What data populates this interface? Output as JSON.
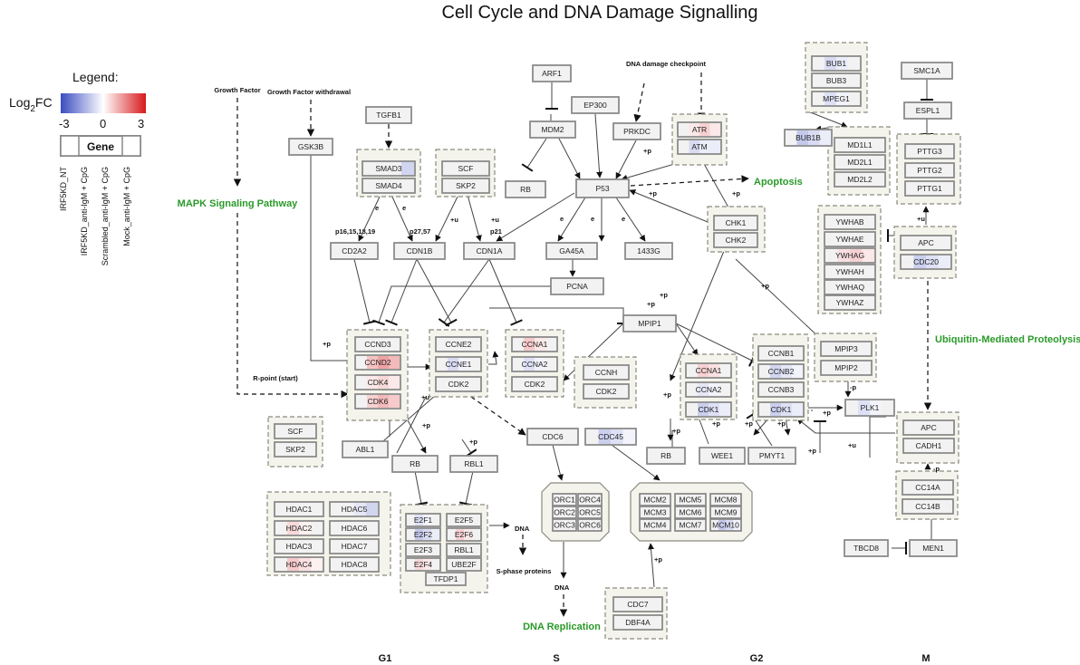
{
  "title": "Cell Cycle and DNA Damage Signalling",
  "legend": {
    "title": "Legend:",
    "measure_main": "Log",
    "measure_sub": "2",
    "measure_end": "FC",
    "scale_low": "-3",
    "scale_mid": "0",
    "scale_high": "3",
    "color_low": "#3b4cc0",
    "color_mid": "#ffffff",
    "color_high": "#d7191c",
    "gene_label": "Gene",
    "samples": [
      "IRF5KD_NT",
      "IRF5KD_anti-IgM + CpG",
      "Scrambled_anti-IgM + CpG",
      "Mock_anti-IgM + CpG"
    ]
  },
  "labels": {
    "growth_factor": "Growth Factor",
    "growth_factor_withdrawal": "Growth Factor withdrawal",
    "dna_damage_checkpoint": "DNA damage checkpoint",
    "r_point": "R-point (start)",
    "dna_1": "DNA",
    "dna_2": "DNA",
    "s_phase_proteins": "S-phase proteins",
    "p16": "p16,15,18,19",
    "p27": "p27,57",
    "p21": "p21",
    "plus_p": "+p",
    "plus_u": "+u",
    "minus_p": "-p",
    "e": "e"
  },
  "pathways": {
    "mapk": "MAPK Signaling Pathway",
    "apoptosis": "Apoptosis",
    "ubiquitin": "Ubiquitin-Mediated Proteolysis",
    "dna_replication": "DNA Replication"
  },
  "phases": [
    "G1",
    "S",
    "G2",
    "M"
  ],
  "genes": {
    "TGFB1": {
      "label": "TGFB1",
      "fc": [
        0,
        0,
        0,
        0
      ]
    },
    "GSK3B": {
      "label": "GSK3B",
      "fc": [
        0,
        0,
        0,
        0
      ]
    },
    "SMAD3": {
      "label": "SMAD3",
      "fc": [
        0,
        0,
        0,
        -0.7
      ]
    },
    "SMAD4": {
      "label": "SMAD4",
      "fc": [
        0,
        0,
        0,
        0
      ]
    },
    "SCF_1": {
      "label": "SCF",
      "fc": [
        0,
        0,
        0,
        0
      ]
    },
    "SKP2_1": {
      "label": "SKP2",
      "fc": [
        0,
        0,
        0,
        0
      ]
    },
    "ARF1": {
      "label": "ARF1",
      "fc": [
        0,
        0,
        0,
        0
      ]
    },
    "EP300": {
      "label": "EP300",
      "fc": [
        0,
        0,
        0,
        0
      ]
    },
    "MDM2": {
      "label": "MDM2",
      "fc": [
        0,
        0,
        0,
        0
      ]
    },
    "PRKDC": {
      "label": "PRKDC",
      "fc": [
        0,
        0,
        0,
        0
      ]
    },
    "ATR": {
      "label": "ATR",
      "fc": [
        0,
        0.3,
        0.6,
        0.3
      ]
    },
    "ATM": {
      "label": "ATM",
      "fc": [
        0,
        -0.6,
        -0.3,
        -0.3
      ]
    },
    "RB_top": {
      "label": "RB",
      "fc": [
        0,
        0,
        0,
        0
      ]
    },
    "P53": {
      "label": "P53",
      "fc": [
        0,
        0,
        0,
        0
      ]
    },
    "CD2A2": {
      "label": "CD2A2",
      "fc": [
        0,
        0,
        0,
        0
      ]
    },
    "CDN1B": {
      "label": "CDN1B",
      "fc": [
        0,
        0,
        0,
        0
      ]
    },
    "CDN1A": {
      "label": "CDN1A",
      "fc": [
        0,
        0,
        0,
        0
      ]
    },
    "GA45A": {
      "label": "GA45A",
      "fc": [
        0,
        0,
        0,
        0
      ]
    },
    "1433G": {
      "label": "1433G",
      "fc": [
        0,
        0,
        0,
        0
      ]
    },
    "CHK1": {
      "label": "CHK1",
      "fc": [
        0,
        0,
        0,
        0
      ]
    },
    "CHK2": {
      "label": "CHK2",
      "fc": [
        0,
        0,
        0,
        0
      ]
    },
    "PCNA": {
      "label": "PCNA",
      "fc": [
        0,
        0,
        0,
        0
      ]
    },
    "MPIP1": {
      "label": "MPIP1",
      "fc": [
        0,
        0,
        0,
        0
      ]
    },
    "CCND3": {
      "label": "CCND3",
      "fc": [
        0,
        0,
        0,
        0
      ]
    },
    "CCND2": {
      "label": "CCND2",
      "fc": [
        0,
        0.8,
        1.2,
        0.9
      ]
    },
    "CDK4": {
      "label": "CDK4",
      "fc": [
        0,
        0.3,
        0.5,
        0.3
      ]
    },
    "CDK6": {
      "label": "CDK6",
      "fc": [
        0,
        0.6,
        0.9,
        0.7
      ]
    },
    "CCNE2": {
      "label": "CCNE2",
      "fc": [
        0,
        0,
        0,
        0
      ]
    },
    "CCNE1": {
      "label": "CCNE1",
      "fc": [
        0,
        -0.6,
        -0.2,
        0
      ]
    },
    "CDK2_a": {
      "label": "CDK2",
      "fc": [
        0,
        0,
        0,
        0
      ]
    },
    "CCNA1": {
      "label": "CCNA1",
      "fc": [
        0,
        0.7,
        0.3,
        0
      ]
    },
    "CCNA2_a": {
      "label": "CCNA2",
      "fc": [
        0,
        -0.5,
        -0.2,
        0
      ]
    },
    "CDK2_b": {
      "label": "CDK2",
      "fc": [
        0,
        0,
        0,
        0
      ]
    },
    "CCNH": {
      "label": "CCNH",
      "fc": [
        0,
        0,
        0,
        0
      ]
    },
    "CDK2_c": {
      "label": "CDK2",
      "fc": [
        0,
        0,
        0,
        0
      ]
    },
    "SCF_2": {
      "label": "SCF",
      "fc": [
        0,
        0,
        0,
        0
      ]
    },
    "SKP2_2": {
      "label": "SKP2",
      "fc": [
        0,
        0,
        0,
        0
      ]
    },
    "ABL1": {
      "label": "ABL1",
      "fc": [
        0,
        0,
        0,
        0
      ]
    },
    "RB_main": {
      "label": "RB",
      "fc": [
        0,
        0,
        0,
        0
      ]
    },
    "RBL1_main": {
      "label": "RBL1",
      "fc": [
        0,
        0,
        0,
        0
      ]
    },
    "CDC6": {
      "label": "CDC6",
      "fc": [
        0,
        0,
        0,
        0
      ]
    },
    "CDC45": {
      "label": "CDC45",
      "fc": [
        0,
        -0.8,
        -0.5,
        -0.2
      ]
    },
    "CCNA1_b": {
      "label": "CCNA1",
      "fc": [
        0,
        0.6,
        0.4,
        0
      ]
    },
    "CCNA2_b": {
      "label": "CCNA2",
      "fc": [
        0,
        -0.4,
        -0.2,
        0
      ]
    },
    "CDK1_a": {
      "label": "CDK1",
      "fc": [
        0,
        -0.8,
        -0.5,
        -0.3
      ]
    },
    "CCNB1": {
      "label": "CCNB1",
      "fc": [
        0,
        0,
        0,
        0
      ]
    },
    "CCNB2": {
      "label": "CCNB2",
      "fc": [
        0,
        -0.7,
        -0.4,
        -0.2
      ]
    },
    "CCNB3": {
      "label": "CCNB3",
      "fc": [
        0,
        0,
        0,
        0
      ]
    },
    "CDK1_b": {
      "label": "CDK1",
      "fc": [
        0,
        -0.8,
        -0.5,
        -0.3
      ]
    },
    "MPIP3": {
      "label": "MPIP3",
      "fc": [
        0,
        0,
        0,
        0
      ]
    },
    "MPIP2": {
      "label": "MPIP2",
      "fc": [
        0,
        0,
        0,
        0
      ]
    },
    "PLK1": {
      "label": "PLK1",
      "fc": [
        0,
        -0.5,
        -0.2,
        0
      ]
    },
    "RB_g2": {
      "label": "RB",
      "fc": [
        0,
        0,
        0,
        0
      ]
    },
    "WEE1": {
      "label": "WEE1",
      "fc": [
        0,
        0,
        0,
        0
      ]
    },
    "PMYT1": {
      "label": "PMYT1",
      "fc": [
        0,
        0,
        0,
        0
      ]
    },
    "BUB1": {
      "label": "BUB1",
      "fc": [
        0,
        -0.6,
        -0.3,
        0
      ]
    },
    "BUB3": {
      "label": "BUB3",
      "fc": [
        0,
        0,
        0,
        0
      ]
    },
    "MPEG1": {
      "label": "MPEG1",
      "fc": [
        0,
        -0.5,
        -0.2,
        0
      ]
    },
    "BUB1B": {
      "label": "BUB1B",
      "fc": [
        0,
        -0.9,
        -0.6,
        -0.3
      ]
    },
    "MD1L1": {
      "label": "MD1L1",
      "fc": [
        0,
        0,
        0,
        0
      ]
    },
    "MD2L1": {
      "label": "MD2L1",
      "fc": [
        0,
        0,
        0,
        0
      ]
    },
    "MD2L2": {
      "label": "MD2L2",
      "fc": [
        0,
        0,
        0,
        0
      ]
    },
    "SMC1A": {
      "label": "SMC1A",
      "fc": [
        0,
        0,
        0,
        0
      ]
    },
    "ESPL1": {
      "label": "ESPL1",
      "fc": [
        0,
        0,
        0,
        0
      ]
    },
    "PTTG3": {
      "label": "PTTG3",
      "fc": [
        0,
        0,
        0,
        0
      ]
    },
    "PTTG2": {
      "label": "PTTG2",
      "fc": [
        0,
        0,
        0,
        0
      ]
    },
    "PTTG1": {
      "label": "PTTG1",
      "fc": [
        0,
        0,
        0,
        0
      ]
    },
    "YWHAB": {
      "label": "YWHAB",
      "fc": [
        0,
        0,
        0,
        0
      ]
    },
    "YWHAE": {
      "label": "YWHAE",
      "fc": [
        0,
        0,
        0,
        0
      ]
    },
    "YWHAG": {
      "label": "YWHAG",
      "fc": [
        0,
        0.4,
        0.6,
        0.3
      ]
    },
    "YWHAH": {
      "label": "YWHAH",
      "fc": [
        0,
        0,
        0,
        0
      ]
    },
    "YWHAQ": {
      "label": "YWHAQ",
      "fc": [
        0,
        0,
        0,
        0
      ]
    },
    "YWHAZ": {
      "label": "YWHAZ",
      "fc": [
        0,
        0,
        0,
        0
      ]
    },
    "APC_1": {
      "label": "APC",
      "fc": [
        0,
        0,
        0,
        0
      ]
    },
    "CDC20": {
      "label": "CDC20",
      "fc": [
        0,
        -0.8,
        -0.5,
        -0.3
      ]
    },
    "APC_2": {
      "label": "APC",
      "fc": [
        0,
        0,
        0,
        0
      ]
    },
    "CADH1": {
      "label": "CADH1",
      "fc": [
        0,
        0,
        0,
        0
      ]
    },
    "CC14A": {
      "label": "CC14A",
      "fc": [
        0,
        0,
        0,
        0
      ]
    },
    "CC14B": {
      "label": "CC14B",
      "fc": [
        0,
        0,
        0,
        0
      ]
    },
    "TBCD8": {
      "label": "TBCD8",
      "fc": [
        0,
        0,
        0,
        0
      ]
    },
    "MEN1": {
      "label": "MEN1",
      "fc": [
        0,
        0,
        0,
        0
      ]
    },
    "HDAC1": {
      "label": "HDAC1",
      "fc": [
        0,
        0,
        0,
        0
      ]
    },
    "HDAC5": {
      "label": "HDAC5",
      "fc": [
        0,
        0,
        -0.4,
        -0.7
      ]
    },
    "HDAC2": {
      "label": "HDAC2",
      "fc": [
        0,
        0.5,
        0.2,
        0
      ]
    },
    "HDAC6": {
      "label": "HDAC6",
      "fc": [
        0,
        0,
        0,
        0
      ]
    },
    "HDAC3": {
      "label": "HDAC3",
      "fc": [
        0,
        0,
        0,
        0
      ]
    },
    "HDAC7": {
      "label": "HDAC7",
      "fc": [
        0,
        0,
        0,
        0
      ]
    },
    "HDAC4": {
      "label": "HDAC4",
      "fc": [
        0,
        0.7,
        0.4,
        0.2
      ]
    },
    "HDAC8": {
      "label": "HDAC8",
      "fc": [
        0,
        0,
        0,
        0
      ]
    },
    "E2F1": {
      "label": "E2F1",
      "fc": [
        0,
        -0.5,
        -0.2,
        0
      ]
    },
    "E2F5": {
      "label": "E2F5",
      "fc": [
        0,
        0,
        0,
        0
      ]
    },
    "E2F2": {
      "label": "E2F2",
      "fc": [
        0,
        -0.9,
        -0.6,
        -0.3
      ]
    },
    "E2F6": {
      "label": "E2F6",
      "fc": [
        0,
        0.6,
        0.3,
        0
      ]
    },
    "E2F3": {
      "label": "E2F3",
      "fc": [
        0,
        0,
        0,
        0
      ]
    },
    "RBL1_b": {
      "label": "RBL1",
      "fc": [
        0,
        0,
        0,
        0
      ]
    },
    "E2F4": {
      "label": "E2F4",
      "fc": [
        0,
        0.5,
        0.3,
        0
      ]
    },
    "UBE2F": {
      "label": "UBE2F",
      "fc": [
        0,
        0,
        0,
        0
      ]
    },
    "TFDP1": {
      "label": "TFDP1",
      "fc": [
        0,
        0,
        0,
        0
      ]
    },
    "ORC1": {
      "label": "ORC1",
      "fc": [
        0,
        0,
        0,
        0
      ]
    },
    "ORC4": {
      "label": "ORC4",
      "fc": [
        0,
        0,
        0,
        0
      ]
    },
    "ORC2": {
      "label": "ORC2",
      "fc": [
        0,
        0,
        0,
        0
      ]
    },
    "ORC5": {
      "label": "ORC5",
      "fc": [
        0,
        0,
        0,
        0
      ]
    },
    "ORC3": {
      "label": "ORC3",
      "fc": [
        0,
        0,
        0,
        0
      ]
    },
    "ORC6": {
      "label": "ORC6",
      "fc": [
        0,
        0,
        0,
        0
      ]
    },
    "MCM2": {
      "label": "MCM2",
      "fc": [
        0,
        0,
        0,
        0
      ]
    },
    "MCM5": {
      "label": "MCM5",
      "fc": [
        0,
        0,
        0,
        0
      ]
    },
    "MCM8": {
      "label": "MCM8",
      "fc": [
        0,
        0,
        0,
        0
      ]
    },
    "MCM3": {
      "label": "MCM3",
      "fc": [
        0,
        0,
        0,
        0
      ]
    },
    "MCM6": {
      "label": "MCM6",
      "fc": [
        0,
        0,
        0,
        0
      ]
    },
    "MCM9": {
      "label": "MCM9",
      "fc": [
        0,
        0,
        0,
        0
      ]
    },
    "MCM4": {
      "label": "MCM4",
      "fc": [
        0,
        0,
        0,
        0
      ]
    },
    "MCM7": {
      "label": "MCM7",
      "fc": [
        0,
        0,
        0,
        0
      ]
    },
    "MCM10": {
      "label": "MCM10",
      "fc": [
        0,
        -0.9,
        -0.6,
        -0.2
      ]
    },
    "CDC7": {
      "label": "CDC7",
      "fc": [
        0,
        0,
        0,
        0
      ]
    },
    "DBF4A": {
      "label": "DBF4A",
      "fc": [
        0,
        0,
        0,
        0
      ]
    }
  }
}
